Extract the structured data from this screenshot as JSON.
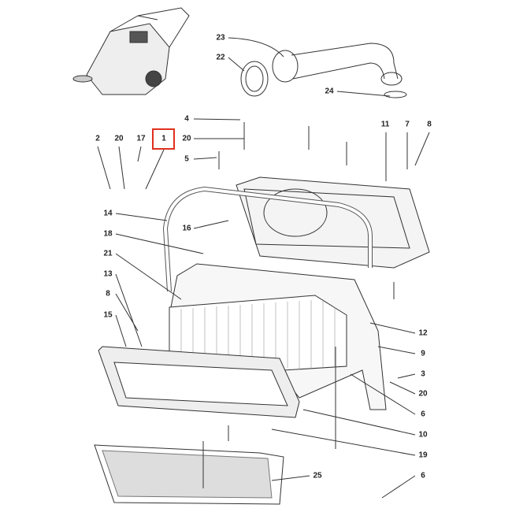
{
  "diagram": {
    "title": "Exploded parts view - filter assembly",
    "highlight_color": "#e0301e",
    "highlighted_part": "1",
    "callouts": [
      {
        "id": "c23",
        "label": "23"
      },
      {
        "id": "c22",
        "label": "22"
      },
      {
        "id": "c24",
        "label": "24"
      },
      {
        "id": "c4",
        "label": "4"
      },
      {
        "id": "c20a",
        "label": "20"
      },
      {
        "id": "c11",
        "label": "11"
      },
      {
        "id": "c7",
        "label": "7"
      },
      {
        "id": "c8a",
        "label": "8"
      },
      {
        "id": "c2",
        "label": "2"
      },
      {
        "id": "c20b",
        "label": "20"
      },
      {
        "id": "c17",
        "label": "17"
      },
      {
        "id": "c1",
        "label": "1"
      },
      {
        "id": "c5",
        "label": "5"
      },
      {
        "id": "c14",
        "label": "14"
      },
      {
        "id": "c16",
        "label": "16"
      },
      {
        "id": "c18",
        "label": "18"
      },
      {
        "id": "c21",
        "label": "21"
      },
      {
        "id": "c13",
        "label": "13"
      },
      {
        "id": "c8b",
        "label": "8"
      },
      {
        "id": "c15",
        "label": "15"
      },
      {
        "id": "c12",
        "label": "12"
      },
      {
        "id": "c9",
        "label": "9"
      },
      {
        "id": "c3",
        "label": "3"
      },
      {
        "id": "c20c",
        "label": "20"
      },
      {
        "id": "c6a",
        "label": "6"
      },
      {
        "id": "c10",
        "label": "10"
      },
      {
        "id": "c19",
        "label": "19"
      },
      {
        "id": "c25",
        "label": "25"
      },
      {
        "id": "c6b",
        "label": "6"
      }
    ]
  }
}
